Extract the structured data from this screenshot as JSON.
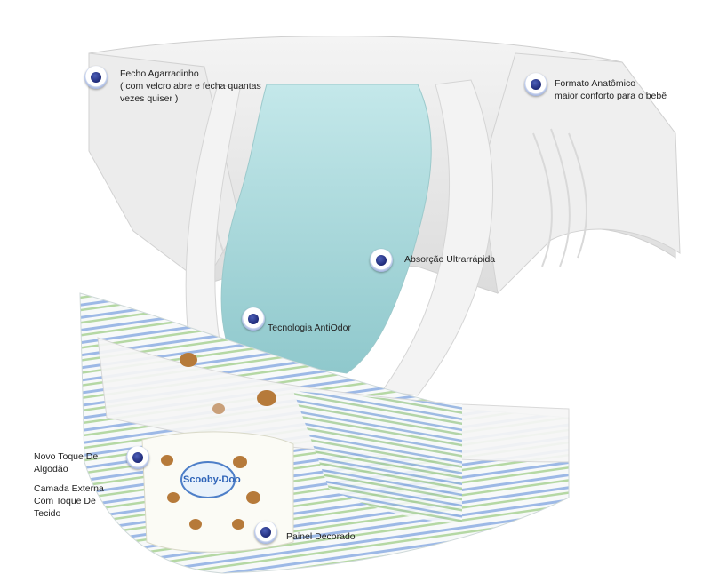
{
  "callouts": {
    "fecho": {
      "title": "Fecho Agarradinho",
      "line2": "( com velcro abre e fecha quantas",
      "line3": "vezes quiser )"
    },
    "formato": {
      "title": "Formato Anatômico",
      "line2": "maior conforto para o bebê"
    },
    "absorcao": {
      "title": "Absorção Ultrarrápida"
    },
    "tecnologia": {
      "title": "Tecnologia AntiOdor"
    },
    "toque": {
      "line1": "Novo Toque De",
      "line2": "Algodão",
      "line3": "Camada Externa",
      "line4": "Com Toque De",
      "line5": "Tecido"
    },
    "painel": {
      "title": "Painel Decorado"
    }
  },
  "product": {
    "brand_logo_text": "Scooby-Doo"
  },
  "colors": {
    "marker_dot": "#1f2a78",
    "absorbent_core": "#a9d6da",
    "stripe_blue": "#8fb0e0",
    "stripe_green": "#a7cf9a"
  }
}
